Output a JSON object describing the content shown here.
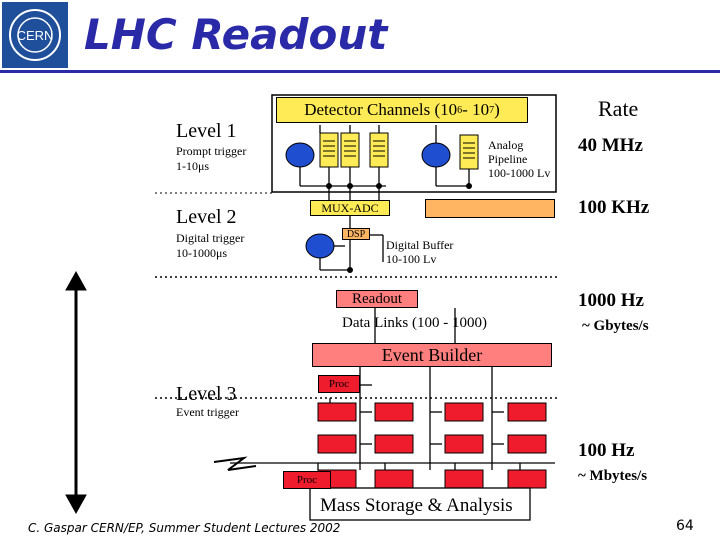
{
  "header": {
    "logo_text": "CERN",
    "title": "LHC Readout"
  },
  "diagram": {
    "detector_channels": "Detector Channels (10",
    "detector_exp1": "6",
    "detector_sep": " - 10",
    "detector_exp2": "7",
    "detector_close": ")",
    "level1": {
      "title": "Level 1",
      "line1": "Prompt trigger",
      "line2": "1-10μs"
    },
    "level2": {
      "title": "Level 2",
      "line1": "Digital trigger",
      "line2": "10-1000μs"
    },
    "level3": {
      "title": "Level 3",
      "line1": "Event trigger"
    },
    "analog_pipeline": {
      "line1": "Analog",
      "line2": "Pipeline",
      "line3": "100-1000 Lv"
    },
    "mux_adc": "MUX-ADC",
    "dsp": "DSP",
    "digital_buffer": {
      "line1": "Digital Buffer",
      "line2": "10-100 Lv"
    },
    "readout": "Readout",
    "data_links": "Data Links (100 - 1000)",
    "event_builder": "Event Builder",
    "proc_top": "Proc",
    "proc_bottom": "Proc",
    "mass_storage": "Mass Storage & Analysis"
  },
  "rates": {
    "heading": "Rate",
    "r1": "40 MHz",
    "r2": "100 KHz",
    "r3": "1000 Hz",
    "r3_sub": "~ Gbytes/s",
    "r4": "100 Hz",
    "r4_sub": "~ Mbytes/s"
  },
  "footer": {
    "credit": "C. Gaspar CERN/EP, Summer Student Lectures 2002",
    "page": "64"
  },
  "colors": {
    "title": "#2a2aa8",
    "logo": "#1f4f9a",
    "detector": "#ffeb55",
    "buffer": "#ffb561",
    "readout": "#ff7f7f",
    "proc": "#ee1c2d",
    "detector_element": "#1f4fd0"
  }
}
